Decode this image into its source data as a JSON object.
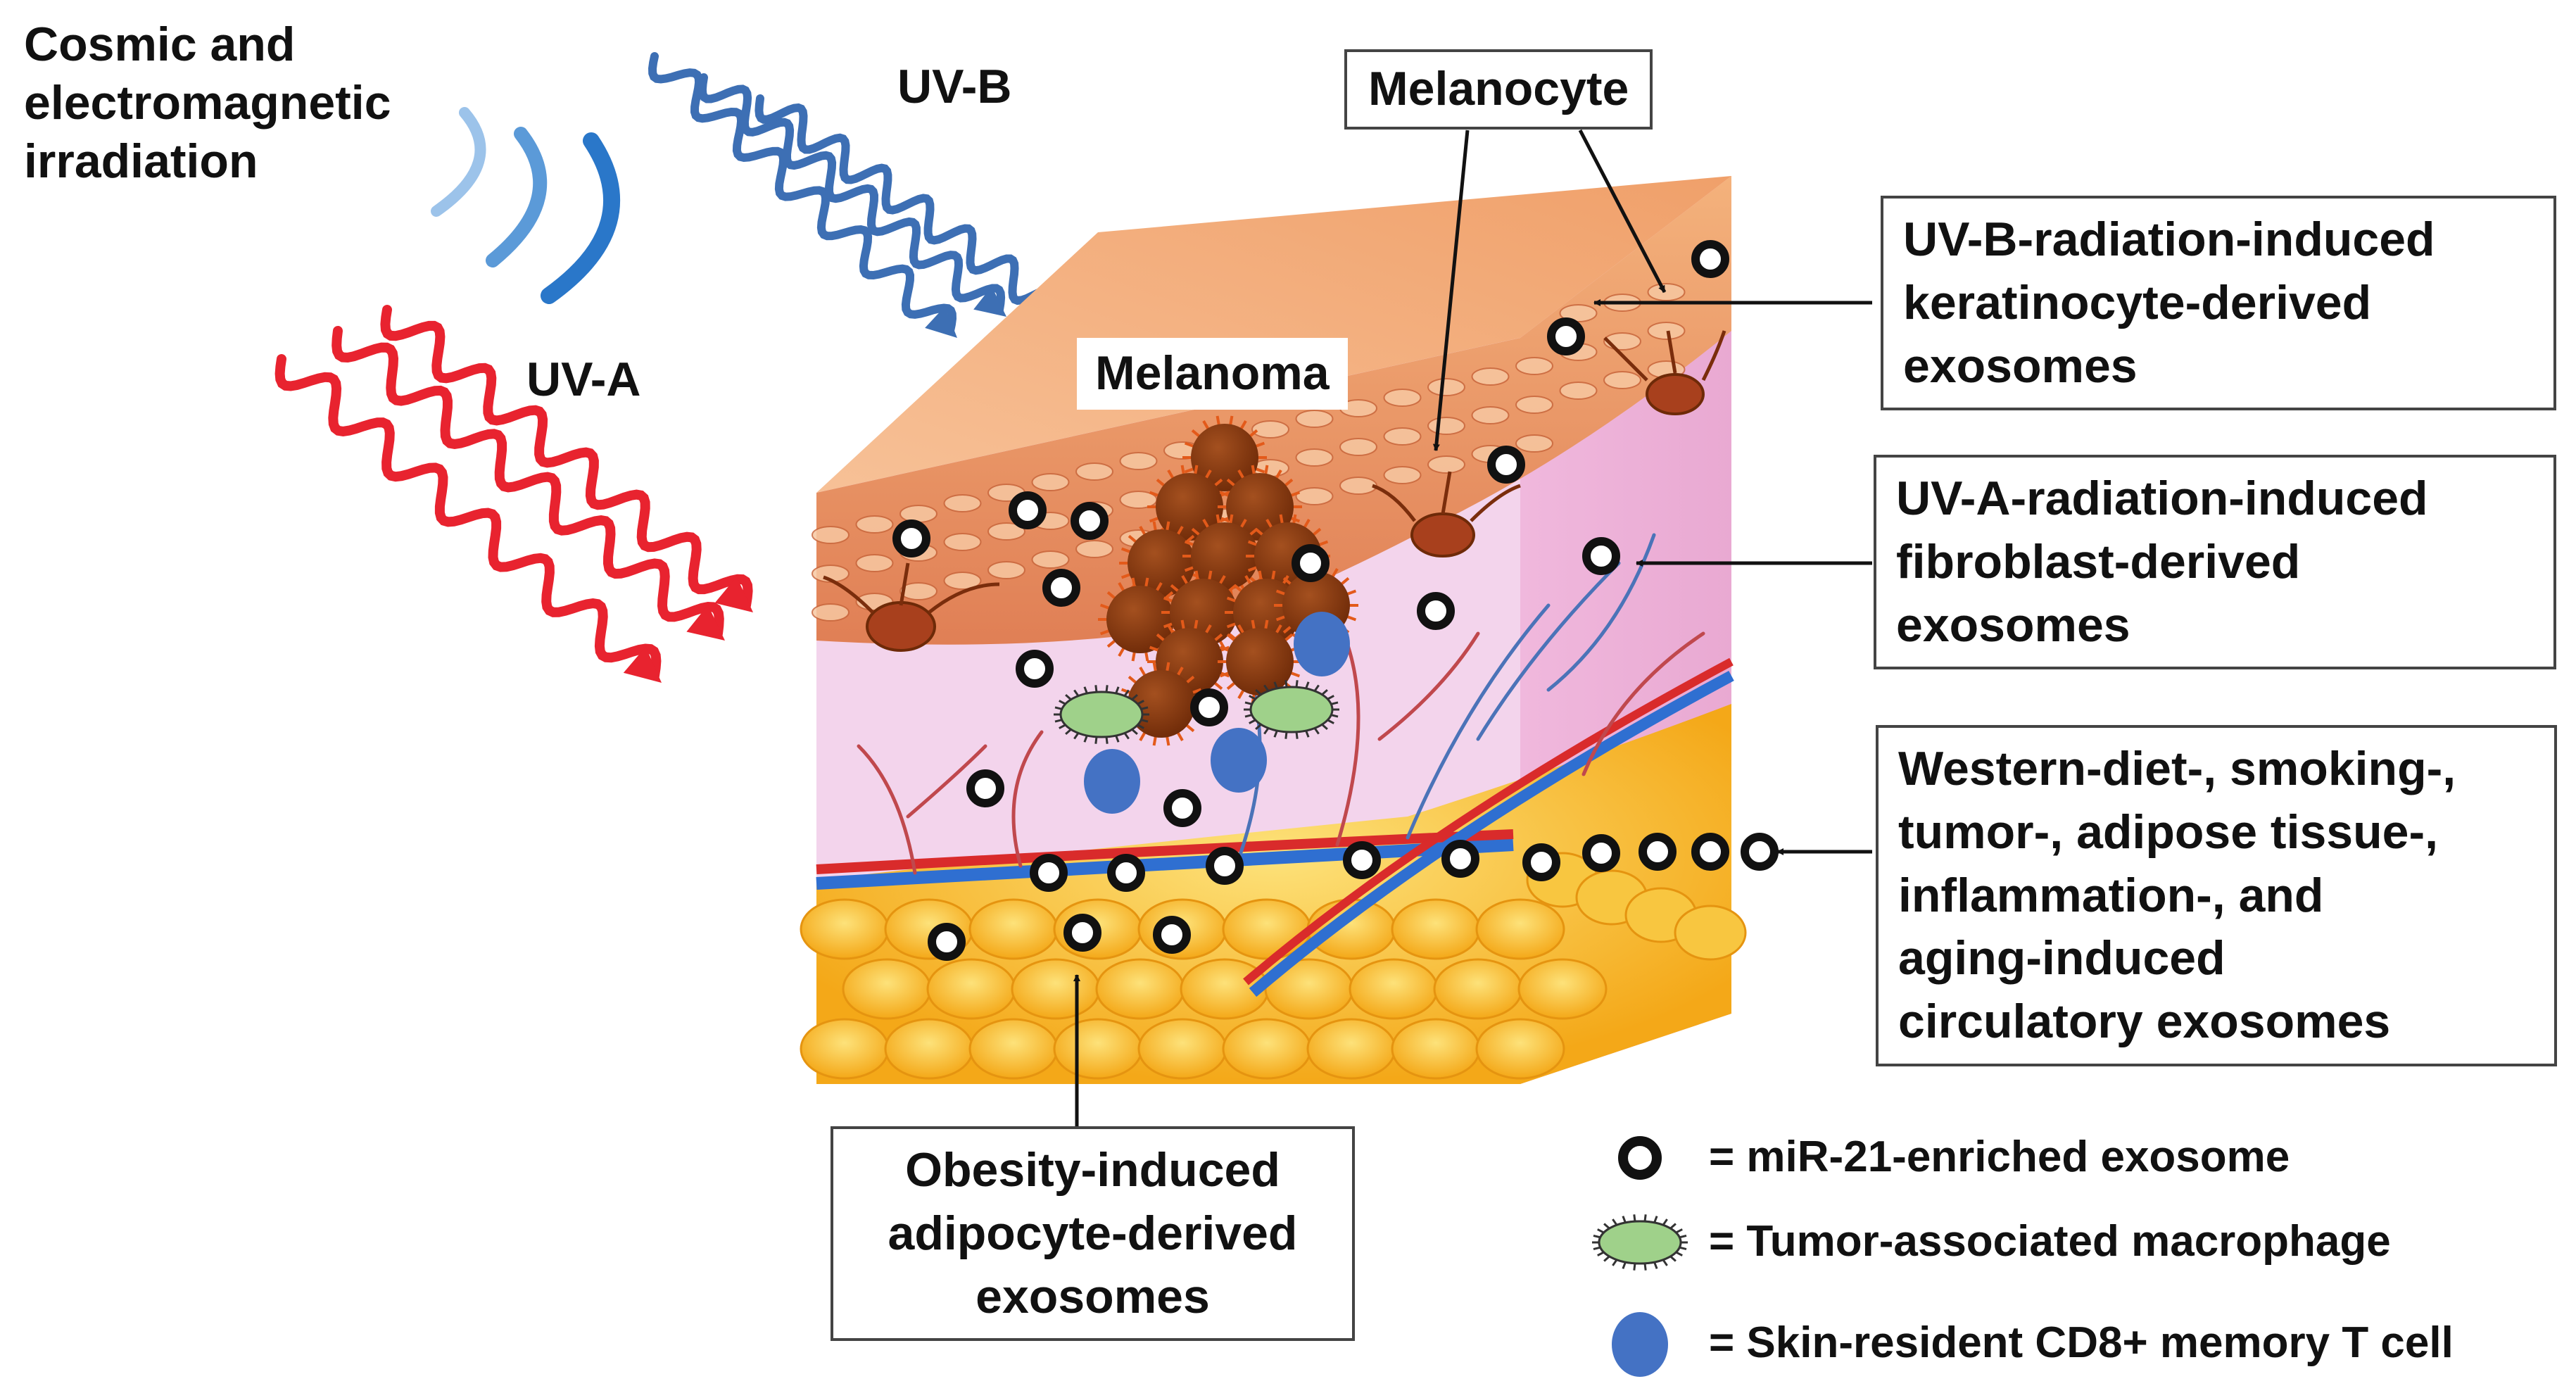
{
  "labels": {
    "cosmic": "Cosmic and\nelectromagnetic\nirradiation",
    "uvb": "UV-B",
    "uva": "UV-A",
    "melanoma": "Melanoma",
    "melanocyte": "Melanocyte"
  },
  "boxes": {
    "keratinocyte": "UV-B-radiation-induced\nkeratinocyte-derived\nexosomes",
    "fibroblast": "UV-A-radiation-induced\nfibroblast-derived\nexosomes",
    "circulatory": "Western-diet-, smoking-,\ntumor-, adipose tissue-,\ninflammation-, and\naging-induced\ncirculatory exosomes",
    "adipocyte": "Obesity-induced\nadipocyte-derived\nexosomes"
  },
  "legend": [
    {
      "icon": "exosome-ring-icon",
      "text": "= miR-21-enriched exosome"
    },
    {
      "icon": "macrophage-icon",
      "text": "= Tumor-associated macrophage"
    },
    {
      "icon": "t-cell-icon",
      "text": "= Skin-resident CD8+ memory T cell"
    }
  ],
  "colors": {
    "uva_wave": "#e8232f",
    "uvb_wave": "#3d6fb4",
    "cosmic_arc": "#2a77c9",
    "epidermis": "#e9966a",
    "dermis": "#f3d4ec",
    "fat": "#f6b52a",
    "melanoma": "#8b3a10",
    "macrophage": "#9fd18a",
    "t_cell": "#4472c4",
    "artery": "#d92b2b",
    "vein": "#2f6fd1"
  }
}
